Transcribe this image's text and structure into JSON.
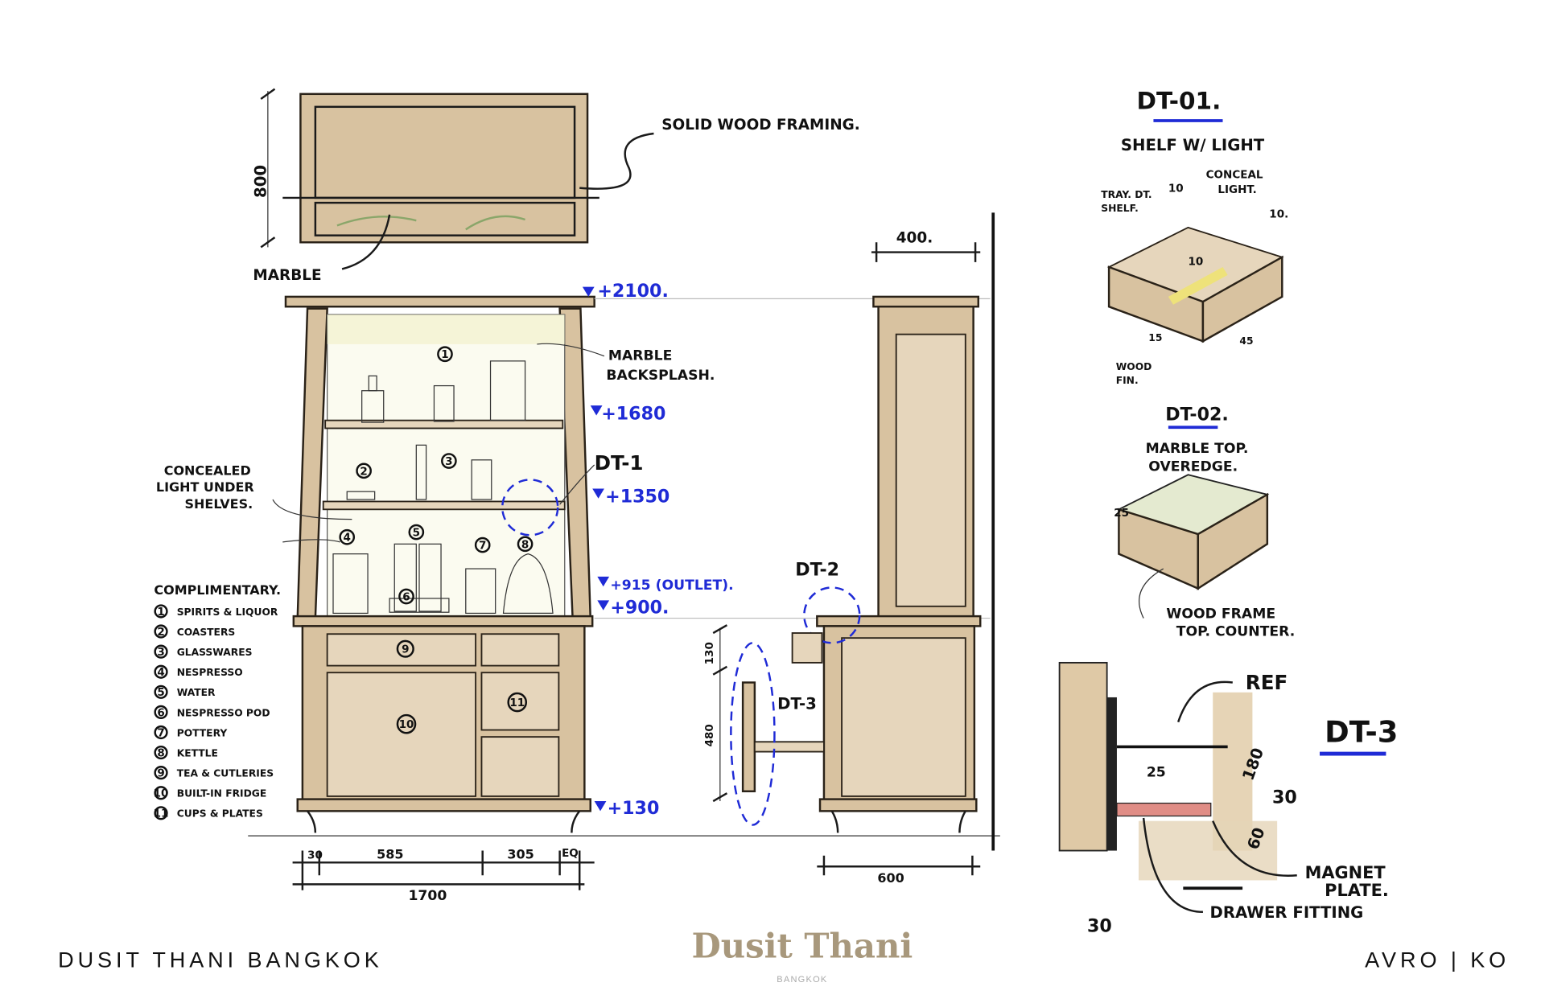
{
  "footer": {
    "project": "DUSIT THANI BANGKOK",
    "firm": "AVRO | KO",
    "logo_main": "Dusit Thani",
    "logo_sub": "BANGKOK"
  },
  "wall_cabinet": {
    "height_dim": "800",
    "label_framing": "SOLID WOOD FRAMING.",
    "label_marble": "MARBLE"
  },
  "front_elevation": {
    "label_backsplash_1": "MARBLE",
    "label_backsplash_2": "BACKSPLASH.",
    "label_light_1": "CONCEALED",
    "label_light_2": "LIGHT UNDER",
    "label_light_3": "SHELVES.",
    "dt1_tag": "DT-1",
    "levels": [
      "+2100.",
      "+1680",
      "+1350",
      "+915 (OUTLET).",
      "+900.",
      "+130"
    ],
    "callouts": [
      "1",
      "2",
      "3",
      "4",
      "5",
      "6",
      "7",
      "8",
      "9",
      "10",
      "11"
    ],
    "dims": {
      "d1": "30",
      "d2": "585",
      "d3": "305",
      "d4": "EQ",
      "total": "1700"
    }
  },
  "legend": {
    "title": "COMPLIMENTARY.",
    "items": [
      {
        "num": "1",
        "label": "SPIRITS & LIQUOR"
      },
      {
        "num": "2",
        "label": "COASTERS"
      },
      {
        "num": "3",
        "label": "GLASSWARES"
      },
      {
        "num": "4",
        "label": "NESPRESSO"
      },
      {
        "num": "5",
        "label": "WATER"
      },
      {
        "num": "6",
        "label": "NESPRESSO POD"
      },
      {
        "num": "7",
        "label": "POTTERY"
      },
      {
        "num": "8",
        "label": "KETTLE"
      },
      {
        "num": "9",
        "label": "TEA & CUTLERIES"
      },
      {
        "num": "10",
        "label": "BUILT-IN FRIDGE"
      },
      {
        "num": "11",
        "label": "CUPS & PLATES"
      }
    ]
  },
  "side_elevation": {
    "depth_top": "400.",
    "depth_bottom": "600",
    "dt2_tag": "DT-2",
    "dt3_tag": "DT-3",
    "dim_130": "130",
    "dim_480": "480"
  },
  "details": {
    "dt01": {
      "title": "DT-01.",
      "subtitle": "SHELF W/ LIGHT",
      "tray_1": "TRAY. DT.",
      "tray_2": "SHELF.",
      "conceal_1": "CONCEAL",
      "conceal_2": "LIGHT.",
      "d10a": "10",
      "d10b": "10.",
      "d10c": "10",
      "d15": "15",
      "d45": "45",
      "wood_1": "WOOD",
      "wood_2": "FIN."
    },
    "dt02": {
      "title": "DT-02.",
      "sub_1": "MARBLE TOP.",
      "sub_2": "OVEREDGE.",
      "d25": "25",
      "wood_1": "WOOD FRAME",
      "wood_2": "TOP. COUNTER."
    },
    "dt3": {
      "title": "DT-3",
      "ref": "REF",
      "d25": "25",
      "d180": "180",
      "d30": "30",
      "d60": "60",
      "d30b": "30",
      "magnet_1": "MAGNET",
      "magnet_2": "PLATE.",
      "drawer": "DRAWER FITTING"
    }
  },
  "colors": {
    "blue": "#1f2bd6",
    "wood": "#d8c2a0",
    "logo": "#a8987c"
  }
}
